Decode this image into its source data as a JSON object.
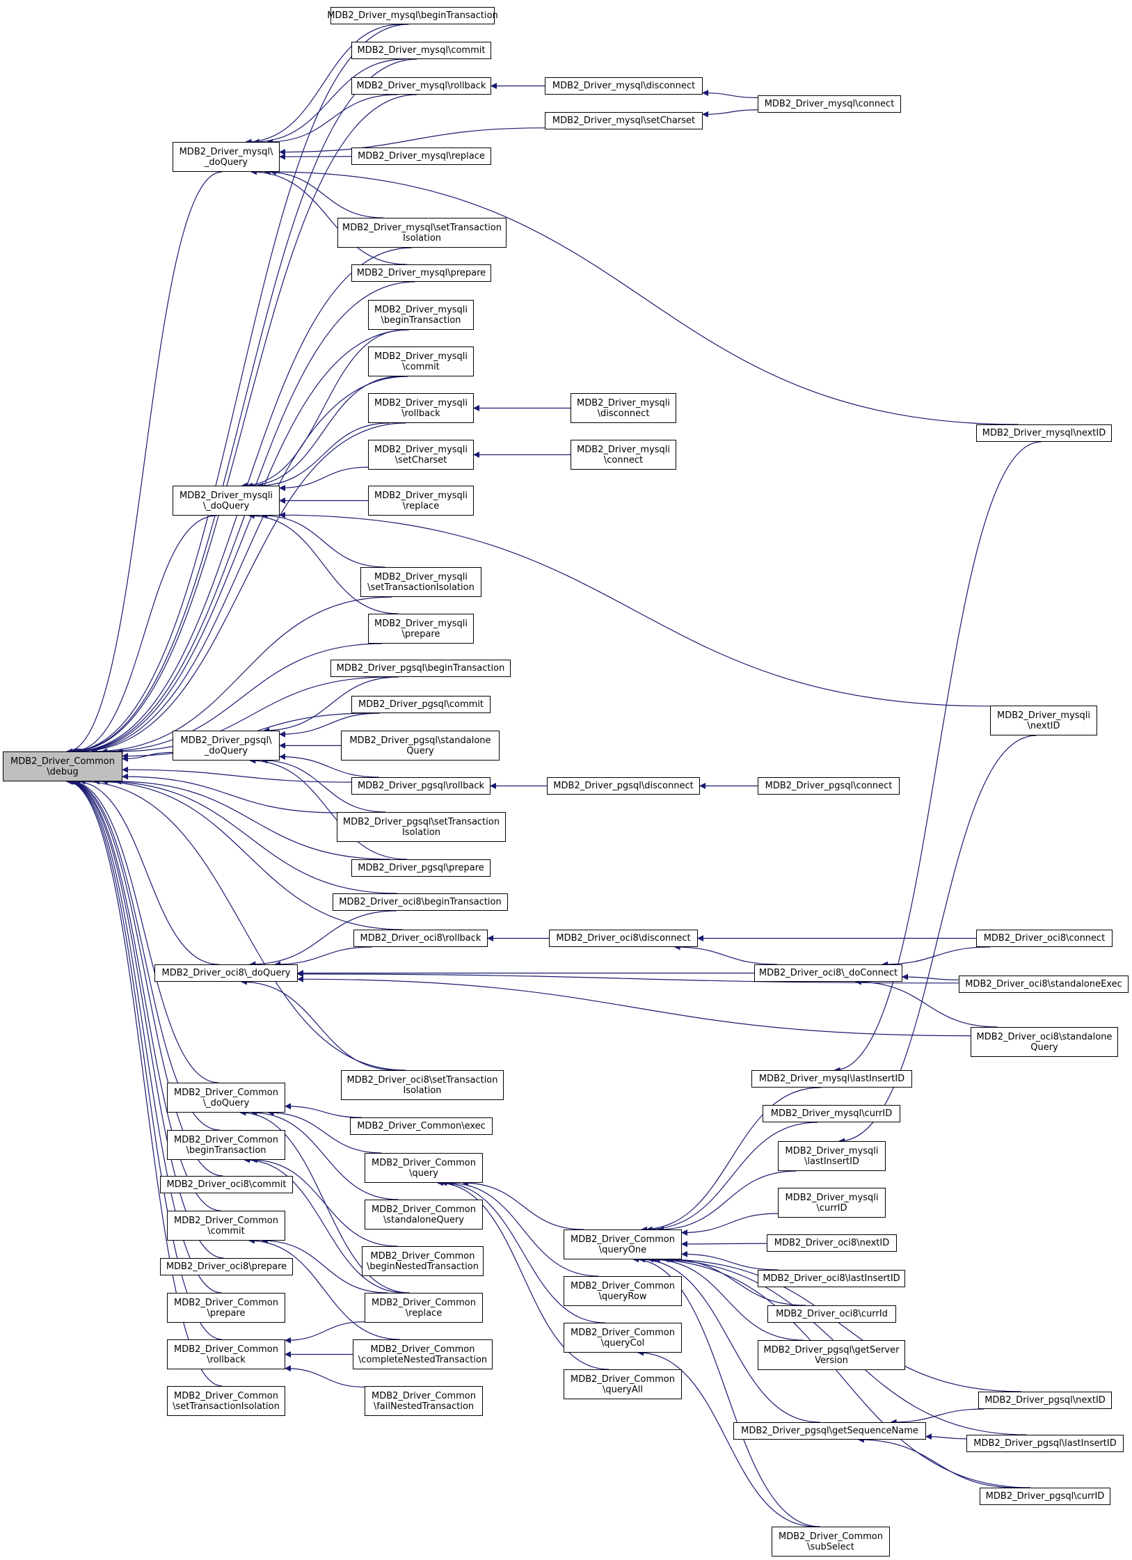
{
  "colors": {
    "edge": "#191970",
    "node_border": "#000000",
    "node_fill": "#ffffff",
    "root_fill": "#bfbfbf"
  },
  "nodes": {
    "debug": "MDB2_Driver_Common\n\\debug",
    "my_do": "MDB2_Driver_mysql\\\n_doQuery",
    "my_begin": "MDB2_Driver_mysql\\beginTransaction",
    "my_commit": "MDB2_Driver_mysql\\commit",
    "my_rollback": "MDB2_Driver_mysql\\rollback",
    "my_disconnect": "MDB2_Driver_mysql\\disconnect",
    "my_connect": "MDB2_Driver_mysql\\connect",
    "my_setcharset": "MDB2_Driver_mysql\\setCharset",
    "my_replace": "MDB2_Driver_mysql\\replace",
    "my_settrans": "MDB2_Driver_mysql\\setTransaction\nIsolation",
    "my_prepare": "MDB2_Driver_mysql\\prepare",
    "my_nextid": "MDB2_Driver_mysql\\nextID",
    "mi_begin": "MDB2_Driver_mysqli\n\\beginTransaction",
    "mi_commit": "MDB2_Driver_mysqli\n\\commit",
    "mi_rollback": "MDB2_Driver_mysqli\n\\rollback",
    "mi_disconnect": "MDB2_Driver_mysqli\n\\disconnect",
    "mi_setcharset": "MDB2_Driver_mysqli\n\\setCharset",
    "mi_connect": "MDB2_Driver_mysqli\n\\connect",
    "mi_do": "MDB2_Driver_mysqli\n\\_doQuery",
    "mi_replace": "MDB2_Driver_mysqli\n\\replace",
    "mi_settrans": "MDB2_Driver_mysqli\n\\setTransactionIsolation",
    "mi_prepare": "MDB2_Driver_mysqli\n\\prepare",
    "mi_nextid": "MDB2_Driver_mysqli\n\\nextID",
    "pg_begin": "MDB2_Driver_pgsql\\beginTransaction",
    "pg_commit": "MDB2_Driver_pgsql\\commit",
    "pg_do": "MDB2_Driver_pgsql\\\n_doQuery",
    "pg_standalone": "MDB2_Driver_pgsql\\standalone\nQuery",
    "pg_rollback": "MDB2_Driver_pgsql\\rollback",
    "pg_disconnect": "MDB2_Driver_pgsql\\disconnect",
    "pg_connect": "MDB2_Driver_pgsql\\connect",
    "pg_settrans": "MDB2_Driver_pgsql\\setTransaction\nIsolation",
    "pg_prepare": "MDB2_Driver_pgsql\\prepare",
    "oc_begin": "MDB2_Driver_oci8\\beginTransaction",
    "oc_rollback": "MDB2_Driver_oci8\\rollback",
    "oc_disconnect": "MDB2_Driver_oci8\\disconnect",
    "oc_connect": "MDB2_Driver_oci8\\connect",
    "oc_do": "MDB2_Driver_oci8\\_doQuery",
    "oc_doconnect": "MDB2_Driver_oci8\\_doConnect",
    "oc_standaloneexec": "MDB2_Driver_oci8\\standaloneExec",
    "oc_standalonequery": "MDB2_Driver_oci8\\standalone\nQuery",
    "oc_settrans": "MDB2_Driver_oci8\\setTransaction\nIsolation",
    "my_lastinsert": "MDB2_Driver_mysql\\lastInsertID",
    "my_currid": "MDB2_Driver_mysql\\currID",
    "mi_lastinsert": "MDB2_Driver_mysqli\n\\lastInsertID",
    "mi_currid": "MDB2_Driver_mysqli\n\\currID",
    "co_do": "MDB2_Driver_Common\n\\_doQuery",
    "co_exec": "MDB2_Driver_Common\\exec",
    "co_query": "MDB2_Driver_Common\n\\query",
    "co_begin": "MDB2_Driver_Common\n\\beginTransaction",
    "co_standalone": "MDB2_Driver_Common\n\\standaloneQuery",
    "oc_commit": "MDB2_Driver_oci8\\commit",
    "co_beginnested": "MDB2_Driver_Common\n\\beginNestedTransaction",
    "co_commit": "MDB2_Driver_Common\n\\commit",
    "co_queryone": "MDB2_Driver_Common\n\\queryOne",
    "oc_nextid": "MDB2_Driver_oci8\\nextID",
    "oc_lastinsert": "MDB2_Driver_oci8\\lastInsertID",
    "oc_prepare": "MDB2_Driver_oci8\\prepare",
    "co_queryrow": "MDB2_Driver_Common\n\\queryRow",
    "oc_currid": "MDB2_Driver_oci8\\currId",
    "co_prepare": "MDB2_Driver_Common\n\\prepare",
    "co_replace": "MDB2_Driver_Common\n\\replace",
    "co_querycol": "MDB2_Driver_Common\n\\queryCol",
    "pg_getserver": "MDB2_Driver_pgsql\\getServer\nVersion",
    "co_rollback": "MDB2_Driver_Common\n\\rollback",
    "co_completenested": "MDB2_Driver_Common\n\\completeNestedTransaction",
    "co_queryall": "MDB2_Driver_Common\n\\queryAll",
    "co_settrans": "MDB2_Driver_Common\n\\setTransactionIsolation",
    "co_failnested": "MDB2_Driver_Common\n\\failNestedTransaction",
    "pg_nextid": "MDB2_Driver_pgsql\\nextID",
    "pg_getseq": "MDB2_Driver_pgsql\\getSequenceName",
    "pg_lastinsert": "MDB2_Driver_pgsql\\lastInsertID",
    "pg_currid": "MDB2_Driver_pgsql\\currID",
    "co_subselect": "MDB2_Driver_Common\n\\subSelect"
  },
  "edges": [
    [
      "my_begin",
      "debug"
    ],
    [
      "my_commit",
      "debug"
    ],
    [
      "my_rollback",
      "debug"
    ],
    [
      "my_do",
      "debug"
    ],
    [
      "my_begin",
      "my_do"
    ],
    [
      "my_commit",
      "my_do"
    ],
    [
      "my_rollback",
      "my_do"
    ],
    [
      "my_setcharset",
      "my_do"
    ],
    [
      "my_replace",
      "my_do"
    ],
    [
      "my_settrans",
      "my_do"
    ],
    [
      "my_prepare",
      "my_do"
    ],
    [
      "my_nextid",
      "my_do"
    ],
    [
      "my_settrans",
      "debug"
    ],
    [
      "my_prepare",
      "debug"
    ],
    [
      "my_disconnect",
      "my_rollback"
    ],
    [
      "my_connect",
      "my_disconnect"
    ],
    [
      "my_connect",
      "my_setcharset"
    ],
    [
      "mi_begin",
      "debug"
    ],
    [
      "mi_commit",
      "debug"
    ],
    [
      "mi_rollback",
      "debug"
    ],
    [
      "mi_do",
      "debug"
    ],
    [
      "mi_settrans",
      "debug"
    ],
    [
      "mi_prepare",
      "debug"
    ],
    [
      "mi_begin",
      "mi_do"
    ],
    [
      "mi_commit",
      "mi_do"
    ],
    [
      "mi_rollback",
      "mi_do"
    ],
    [
      "mi_setcharset",
      "mi_do"
    ],
    [
      "mi_replace",
      "mi_do"
    ],
    [
      "mi_settrans",
      "mi_do"
    ],
    [
      "mi_prepare",
      "mi_do"
    ],
    [
      "mi_nextid",
      "mi_do"
    ],
    [
      "mi_disconnect",
      "mi_rollback"
    ],
    [
      "mi_connect",
      "mi_setcharset"
    ],
    [
      "pg_begin",
      "debug"
    ],
    [
      "pg_commit",
      "debug"
    ],
    [
      "pg_do",
      "debug"
    ],
    [
      "pg_rollback",
      "debug"
    ],
    [
      "pg_settrans",
      "debug"
    ],
    [
      "pg_prepare",
      "debug"
    ],
    [
      "pg_begin",
      "pg_do"
    ],
    [
      "pg_commit",
      "pg_do"
    ],
    [
      "pg_standalone",
      "pg_do"
    ],
    [
      "pg_rollback",
      "pg_do"
    ],
    [
      "pg_settrans",
      "pg_do"
    ],
    [
      "pg_prepare",
      "pg_do"
    ],
    [
      "pg_disconnect",
      "pg_rollback"
    ],
    [
      "pg_connect",
      "pg_disconnect"
    ],
    [
      "oc_begin",
      "debug"
    ],
    [
      "oc_rollback",
      "debug"
    ],
    [
      "oc_do",
      "debug"
    ],
    [
      "oc_settrans",
      "debug"
    ],
    [
      "oc_begin",
      "oc_do"
    ],
    [
      "oc_rollback",
      "oc_do"
    ],
    [
      "oc_doconnect",
      "oc_do"
    ],
    [
      "oc_standaloneexec",
      "oc_do"
    ],
    [
      "oc_standalonequery",
      "oc_do"
    ],
    [
      "oc_settrans",
      "oc_do"
    ],
    [
      "oc_disconnect",
      "oc_rollback"
    ],
    [
      "oc_connect",
      "oc_disconnect"
    ],
    [
      "oc_doconnect",
      "oc_disconnect"
    ],
    [
      "oc_connect",
      "oc_doconnect"
    ],
    [
      "oc_standaloneexec",
      "oc_doconnect"
    ],
    [
      "oc_standalonequery",
      "oc_doconnect"
    ],
    [
      "co_do",
      "debug"
    ],
    [
      "co_begin",
      "debug"
    ],
    [
      "oc_commit",
      "debug"
    ],
    [
      "co_commit",
      "debug"
    ],
    [
      "oc_prepare",
      "debug"
    ],
    [
      "co_prepare",
      "debug"
    ],
    [
      "co_rollback",
      "debug"
    ],
    [
      "co_settrans",
      "debug"
    ],
    [
      "co_exec",
      "co_do"
    ],
    [
      "co_query",
      "co_do"
    ],
    [
      "co_standalone",
      "co_do"
    ],
    [
      "co_replace",
      "co_do"
    ],
    [
      "co_beginnested",
      "co_begin"
    ],
    [
      "co_replace",
      "co_begin"
    ],
    [
      "co_completenested",
      "co_commit"
    ],
    [
      "co_replace",
      "co_commit"
    ],
    [
      "co_replace",
      "co_rollback"
    ],
    [
      "co_completenested",
      "co_rollback"
    ],
    [
      "co_failnested",
      "co_rollback"
    ],
    [
      "co_queryone",
      "co_query"
    ],
    [
      "co_queryrow",
      "co_query"
    ],
    [
      "co_querycol",
      "co_query"
    ],
    [
      "co_queryall",
      "co_query"
    ],
    [
      "my_lastinsert",
      "co_queryone"
    ],
    [
      "my_currid",
      "co_queryone"
    ],
    [
      "mi_lastinsert",
      "co_queryone"
    ],
    [
      "mi_currid",
      "co_queryone"
    ],
    [
      "oc_nextid",
      "co_queryone"
    ],
    [
      "oc_lastinsert",
      "co_queryone"
    ],
    [
      "oc_currid",
      "co_queryone"
    ],
    [
      "pg_getserver",
      "co_queryone"
    ],
    [
      "pg_nextid",
      "co_queryone"
    ],
    [
      "pg_lastinsert",
      "co_queryone"
    ],
    [
      "pg_currid",
      "co_queryone"
    ],
    [
      "co_subselect",
      "co_queryone"
    ],
    [
      "pg_getseq",
      "co_queryone"
    ],
    [
      "pg_nextid",
      "pg_getseq"
    ],
    [
      "pg_lastinsert",
      "pg_getseq"
    ],
    [
      "pg_currid",
      "pg_getseq"
    ],
    [
      "co_subselect",
      "co_querycol"
    ],
    [
      "my_nextid",
      "my_lastinsert"
    ],
    [
      "mi_nextid",
      "mi_lastinsert"
    ]
  ]
}
